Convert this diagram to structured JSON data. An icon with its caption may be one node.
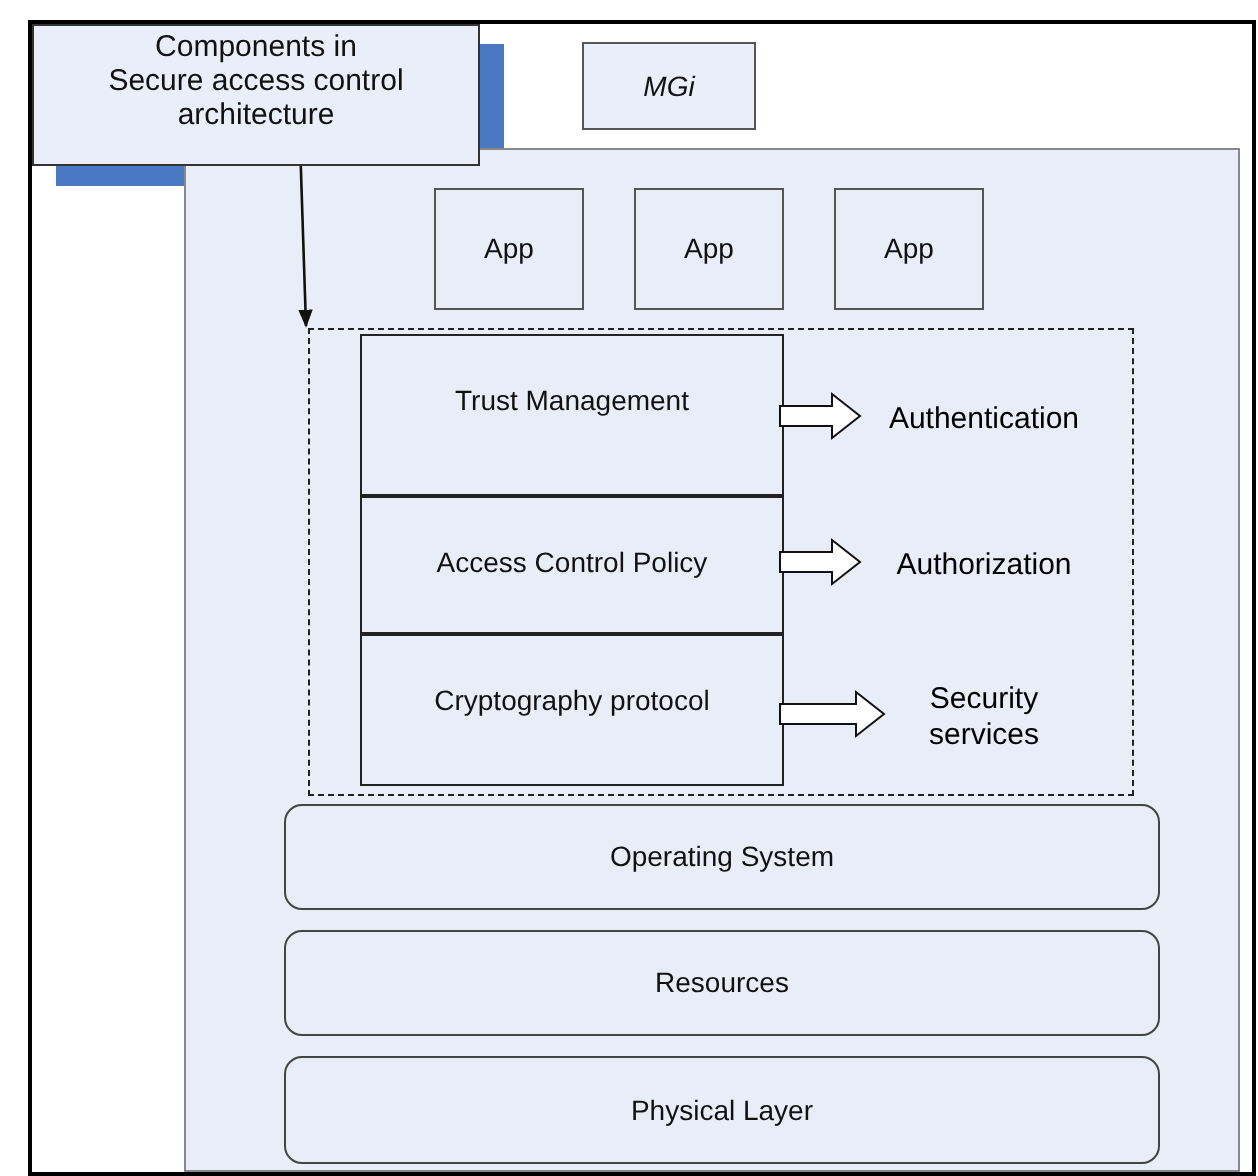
{
  "diagram": {
    "nodes": [
      {
        "text": [
          "Components in Secure access control architecture"
        ]
      },
      {
        "text": [
          "MGi"
        ]
      },
      {
        "text": [],
        "shape": "box"
      },
      {
        "text": [
          "App"
        ],
        "in": 2
      },
      {
        "text": [
          "App"
        ],
        "in": 2
      },
      {
        "text": [
          "App"
        ],
        "in": 2
      },
      {
        "text": [],
        "shape": "box",
        "in": 2
      },
      {
        "text": [
          "Trust Management"
        ],
        "in": 6
      },
      {
        "text": [
          "Access Control Policy"
        ],
        "in": 6
      },
      {
        "text": [
          "Cryptography protocol"
        ],
        "in": 6
      },
      {
        "text": [
          "Authentication"
        ],
        "in": 6
      },
      {
        "text": [
          "Authorization"
        ],
        "in": 6
      },
      {
        "text": [
          "Security services"
        ],
        "in": 6
      },
      {
        "text": [
          "Operating System"
        ],
        "in": 2
      },
      {
        "text": [
          "Resources"
        ],
        "in": 2
      },
      {
        "text": [
          "Physical Layer"
        ],
        "in": 2
      }
    ],
    "edges": [
      {
        "from": 0,
        "to": 6,
        "arrow": "to"
      },
      {
        "from": 7,
        "to": 10,
        "arrow": "to",
        "style": "thick"
      },
      {
        "from": 8,
        "to": 11,
        "arrow": "to",
        "style": "thick"
      },
      {
        "from": 9,
        "to": 12,
        "arrow": "to",
        "style": "thick"
      }
    ]
  }
}
